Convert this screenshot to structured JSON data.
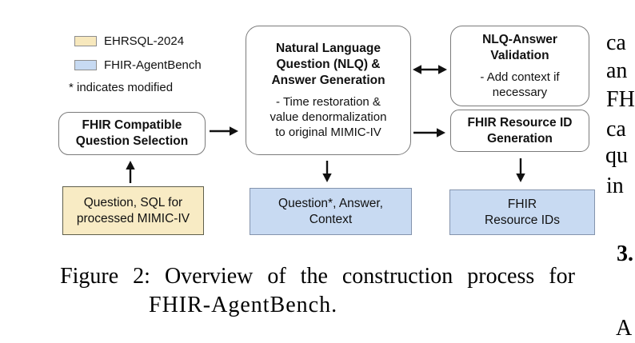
{
  "figure": {
    "legend": {
      "items": [
        {
          "label": "EHRSQL-2024",
          "color": "#F7E8BD"
        },
        {
          "label": "FHIR-AgentBench",
          "color": "#C7DAF2"
        }
      ],
      "note": "* indicates modified"
    },
    "flow": {
      "selection": {
        "title": "FHIR Compatible\nQuestion Selection"
      },
      "nlq": {
        "title": "Natural Language\nQuestion (NLQ) &\nAnswer Generation",
        "note": "- Time restoration &\nvalue denormalization\nto original MIMIC-IV"
      },
      "validation": {
        "title": "NLQ-Answer\nValidation",
        "note": "- Add context if\nnecessary"
      },
      "resource_gen": {
        "title": "FHIR Resource ID\nGeneration"
      },
      "input_sql": {
        "label": "Question, SQL for\nprocessed MIMIC-IV"
      },
      "output_context": {
        "label": "Question*, Answer,\nContext"
      },
      "output_ids": {
        "label": "FHIR\nResource IDs"
      }
    },
    "colors": {
      "ehrsql_fill": "#F7E8BD",
      "agentbench_fill": "#C8DAF2",
      "node_border": "#7a7a7a",
      "arrow": "#111111"
    }
  },
  "caption": {
    "line1": "Figure 2: Overview of the construction process for",
    "line2": "FHIR-AgentBench."
  },
  "adjacent_column_fragments": [
    "ca",
    "an",
    "FH",
    "ca",
    "qu",
    "in",
    "3.",
    "A"
  ]
}
